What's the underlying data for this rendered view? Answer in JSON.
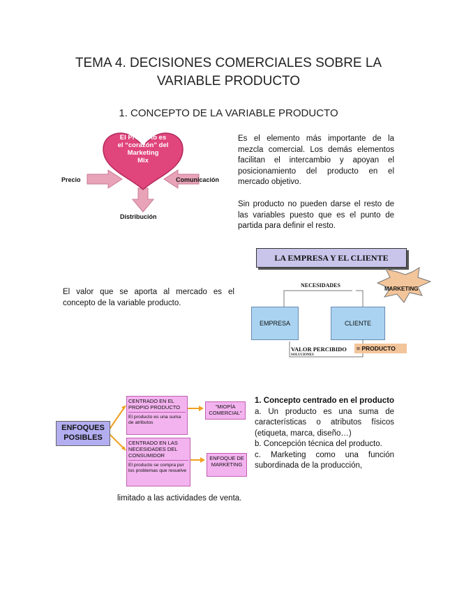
{
  "page": {
    "title_line1": "TEMA 4. DECISIONES COMERCIALES SOBRE LA",
    "title_line2": "VARIABLE PRODUCTO",
    "section_heading": "1.  CONCEPTO DE LA VARIABLE PRODUCTO"
  },
  "heart_diagram": {
    "center_text_line1": "El Producto es",
    "center_text_line2": "el “corazón” del",
    "center_text_line3": "Marketing",
    "center_text_line4": "Mix",
    "left_label": "Precio",
    "right_label": "Comunicación",
    "bottom_label": "Distribución",
    "colors": {
      "heart": "#e0457b",
      "arrows": "#e8a3b8"
    }
  },
  "text_block_1": {
    "para1": "Es el elemento más importante de la mezcla comercial. Los demás elementos facilitan el intercambio y apoyan el posicionamiento del producto en el mercado objetivo.",
    "para2": "Sin producto no pueden darse el resto de las variables puesto que es el punto de partida para definir el resto."
  },
  "text_block_2": {
    "para": "El valor que se aporta al mercado es el concepto de la variable producto."
  },
  "empresa_cliente_diagram": {
    "header": "LA EMPRESA Y EL CLIENTE",
    "necesidades": "NECESIDADES",
    "marketing": "MARKETING",
    "empresa": "EMPRESA",
    "cliente": "CLIENTE",
    "valor_percibido": "VALOR PERCIBIDO",
    "soluciones": "SOLUCIONES",
    "producto": "= PRODUCTO",
    "colors": {
      "header_bg": "#c8c4ea",
      "box_bg": "#a9d3f0",
      "burst": "#f3c59a",
      "producto_bg": "#f3c59a"
    }
  },
  "enfoques_diagram": {
    "main_label_line1": "ENFOQUES",
    "main_label_line2": "POSIBLES",
    "box1_title": "CENTRADO EN EL PROPIO PRODUCTO",
    "box1_text": "El producto es una suma de atributos",
    "box1_result": "\"MIOPÍA COMERCIAL\"",
    "box2_title": "CENTRADO EN LAS NECESIDADES DEL CONSUMIDOR",
    "box2_text": "El producto se compra por los problemas que resuelve",
    "box2_result": "ENFOQUE DE MARKETING",
    "caption": "limitado a las actividades de venta.",
    "colors": {
      "main": "#b3aef0",
      "box": "#f3b3ef",
      "arrow": "#f0a020"
    }
  },
  "concept_list": {
    "heading": "1.   Concepto centrado en el producto",
    "item_a": "a.   Un producto es una suma de características o atributos físicos (etiqueta, marca, diseño…)",
    "item_b": "b.   Concepción técnica del producto.",
    "item_c": "c.   Marketing como una función subordinada de la producción,"
  }
}
